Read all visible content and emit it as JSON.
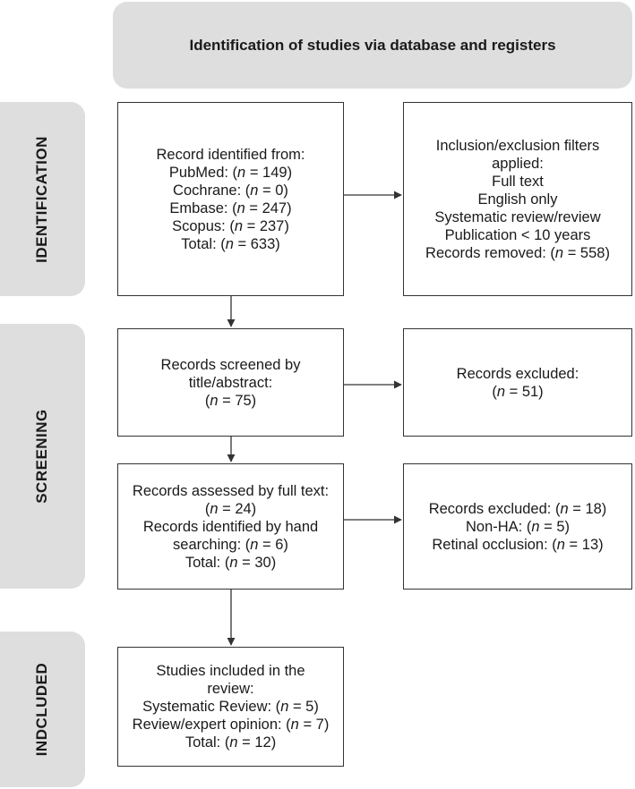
{
  "header": "Identification of studies via database and registers",
  "stages": {
    "identification": "IDENTIFICATION",
    "screening": "SCREENING",
    "included": "INDCLUDED"
  },
  "boxes": {
    "identified": {
      "lines": [
        {
          "pre": "Record identified from:"
        },
        {
          "pre": "PubMed: (",
          "n": "n",
          "post": " = 149)"
        },
        {
          "pre": "Cochrane: (",
          "n": "n",
          "post": " = 0)"
        },
        {
          "pre": "Embase: (",
          "n": "n",
          "post": " = 247)"
        },
        {
          "pre": "Scopus: (",
          "n": "n",
          "post": " = 237)"
        },
        {
          "pre": "Total: (",
          "n": "n",
          "post": " = 633)"
        }
      ]
    },
    "filters": {
      "lines": [
        {
          "pre": "Inclusion/exclusion filters"
        },
        {
          "pre": "applied:"
        },
        {
          "pre": "Full text"
        },
        {
          "pre": "English only"
        },
        {
          "pre": "Systematic review/review"
        },
        {
          "pre": "Publication < 10 years"
        },
        {
          "pre": "Records removed: (",
          "n": "n",
          "post": " = 558)"
        }
      ]
    },
    "screened": {
      "lines": [
        {
          "pre": "Records screened by"
        },
        {
          "pre": "title/abstract:"
        },
        {
          "pre": "(",
          "n": "n",
          "post": " = 75)"
        }
      ]
    },
    "excluded1": {
      "lines": [
        {
          "pre": "Records excluded:"
        },
        {
          "pre": "(",
          "n": "n",
          "post": " = 51)"
        }
      ]
    },
    "assessed": {
      "lines": [
        {
          "pre": "Records assessed by full text:"
        },
        {
          "pre": "(",
          "n": "n",
          "post": " = 24)"
        },
        {
          "pre": "Records identified by hand"
        },
        {
          "pre": "searching: (",
          "n": "n",
          "post": " = 6)"
        },
        {
          "pre": "Total: (",
          "n": "n",
          "post": " = 30)"
        }
      ]
    },
    "excluded2": {
      "lines": [
        {
          "pre": "Records excluded: (",
          "n": "n",
          "post": " = 18)"
        },
        {
          "pre": "Non-HA: (",
          "n": "n",
          "post": " = 5)"
        },
        {
          "pre": "Retinal occlusion: (",
          "n": "n",
          "post": " = 13)"
        }
      ]
    },
    "included": {
      "lines": [
        {
          "pre": "Studies included in the"
        },
        {
          "pre": "review:"
        },
        {
          "pre": "Systematic Review: (",
          "n": "n",
          "post": " = 5)"
        },
        {
          "pre": "Review/expert opinion: (",
          "n": "n",
          "post": " = 7)"
        },
        {
          "pre": "Total: (",
          "n": "n",
          "post": " = 12)"
        }
      ]
    }
  }
}
